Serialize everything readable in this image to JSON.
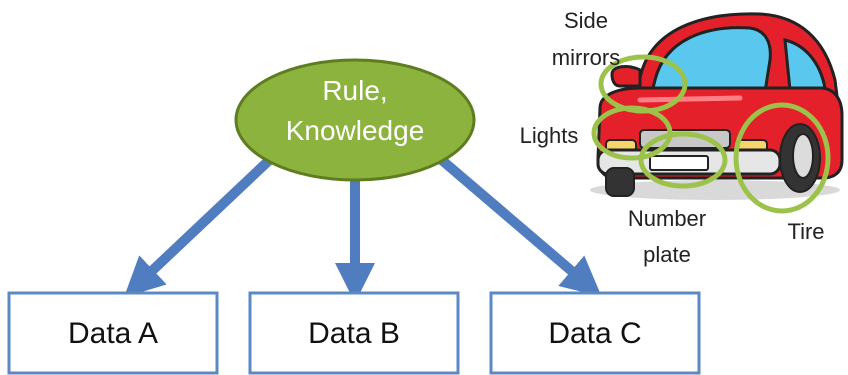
{
  "diagram": {
    "root": {
      "line1": "Rule,",
      "line2": "Knowledge"
    },
    "boxes": [
      {
        "label": "Data A"
      },
      {
        "label": "Data B"
      },
      {
        "label": "Data C"
      }
    ]
  },
  "car": {
    "labels": {
      "side_mirrors_line1": "Side",
      "side_mirrors_line2": "mirrors",
      "lights": "Lights",
      "number_plate_line1": "Number",
      "number_plate_line2": "plate",
      "tire": "Tire"
    }
  },
  "colors": {
    "root_fill": "#8DB33F",
    "root_stroke": "#5E7D1E",
    "arrow": "#4F7DBF",
    "box_stroke": "#5B89C4",
    "car_body": "#E4202A",
    "highlight_ring": "#9CC24B"
  }
}
